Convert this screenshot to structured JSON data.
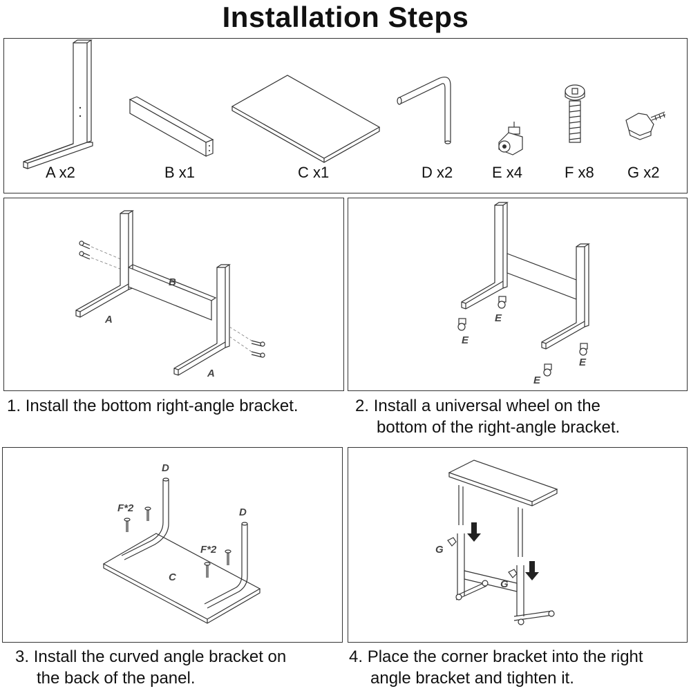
{
  "title": "Installation Steps",
  "parts": [
    {
      "id": "A",
      "label": "A x2"
    },
    {
      "id": "B",
      "label": "B x1"
    },
    {
      "id": "C",
      "label": "C x1"
    },
    {
      "id": "D",
      "label": "D x2"
    },
    {
      "id": "E",
      "label": "E x4"
    },
    {
      "id": "F",
      "label": "F x8"
    },
    {
      "id": "G",
      "label": "G x2"
    }
  ],
  "steps": [
    {
      "number": "1.",
      "text": "Install the bottom right-angle bracket.",
      "tags": [
        "B",
        "A",
        "A"
      ]
    },
    {
      "number": "2.",
      "text_line1": "Install a universal wheel on the",
      "text_line2": "bottom of the right-angle bracket.",
      "tags": [
        "E",
        "E",
        "E",
        "E"
      ]
    },
    {
      "number": "3.",
      "text_line1": "Install the curved angle bracket on",
      "text_line2": "the back of the panel.",
      "tags": [
        "D",
        "D",
        "F*2",
        "F*2",
        "C"
      ]
    },
    {
      "number": "4.",
      "text_line1": "Place the corner bracket into the right",
      "text_line2": "angle bracket and tighten it.",
      "tags": [
        "G",
        "G"
      ]
    }
  ]
}
